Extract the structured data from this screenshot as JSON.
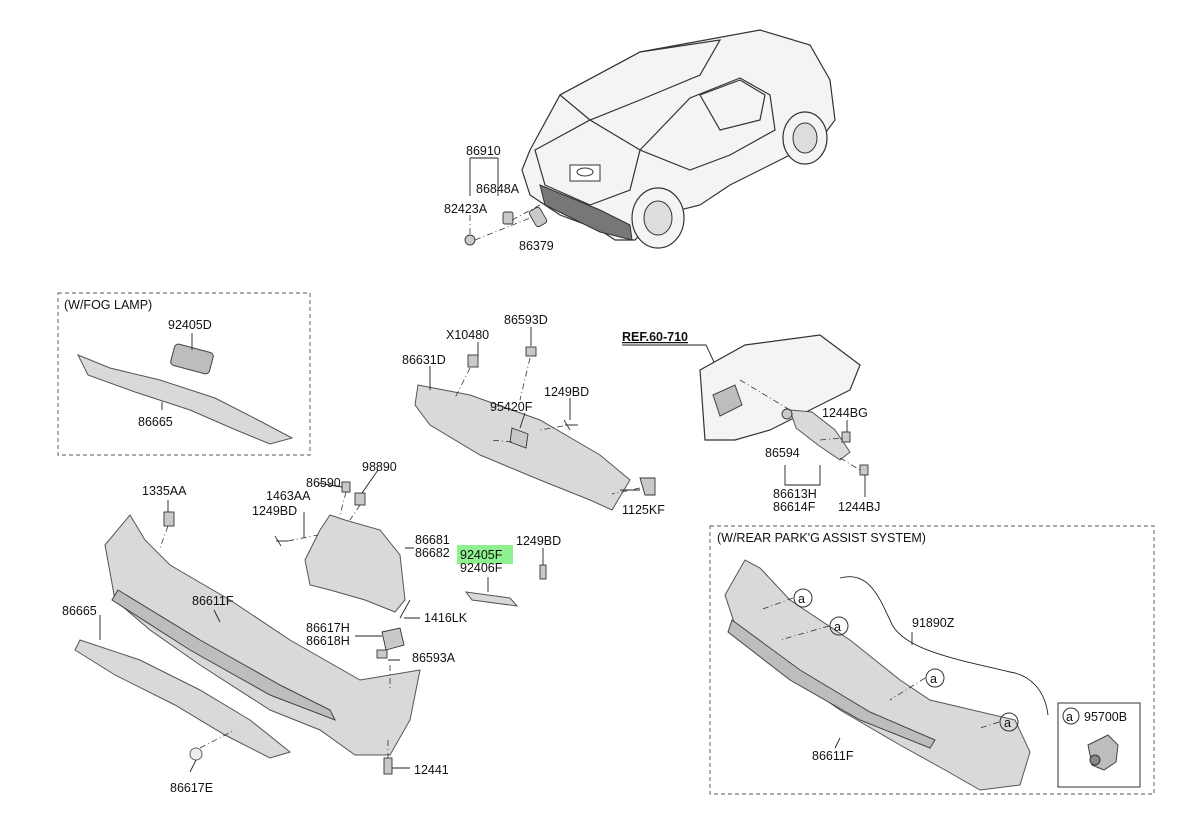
{
  "labels": {
    "p86910": "86910",
    "p86848A": "86848A",
    "p82423A": "82423A",
    "p86379": "86379",
    "fog_box_title": "(W/FOG LAMP)",
    "p92405D": "92405D",
    "p86665_top": "86665",
    "p86631D": "86631D",
    "pX10480": "X10480",
    "p86593D": "86593D",
    "p95420F": "95420F",
    "p1249BD_a": "1249BD",
    "p1125KF": "1125KF",
    "ref": "REF.60-710",
    "p1244BG": "1244BG",
    "p86594": "86594",
    "p86613H": "86613H",
    "p86614F": "86614F",
    "p1244BJ": "1244BJ",
    "p1335AA": "1335AA",
    "p86590": "86590",
    "p1463AA": "1463AA",
    "p98890": "98890",
    "p1249BD_b": "1249BD",
    "p86681": "86681",
    "p86682": "86682",
    "p92405F": "92405F",
    "p92406F": "92406F",
    "p1249BD_c": "1249BD",
    "p86665_bottom": "86665",
    "p86611F_main": "86611F",
    "p1416LK": "1416LK",
    "p86617H": "86617H",
    "p86618H": "86618H",
    "p86593A": "86593A",
    "p12441": "12441",
    "p86617E": "86617E",
    "park_box_title": "(W/REAR PARK'G ASSIST SYSTEM)",
    "p91890Z": "91890Z",
    "p86611F_park": "86611F",
    "p95700B": "95700B",
    "callout": "a"
  },
  "highlight_color": "#8ef08e"
}
